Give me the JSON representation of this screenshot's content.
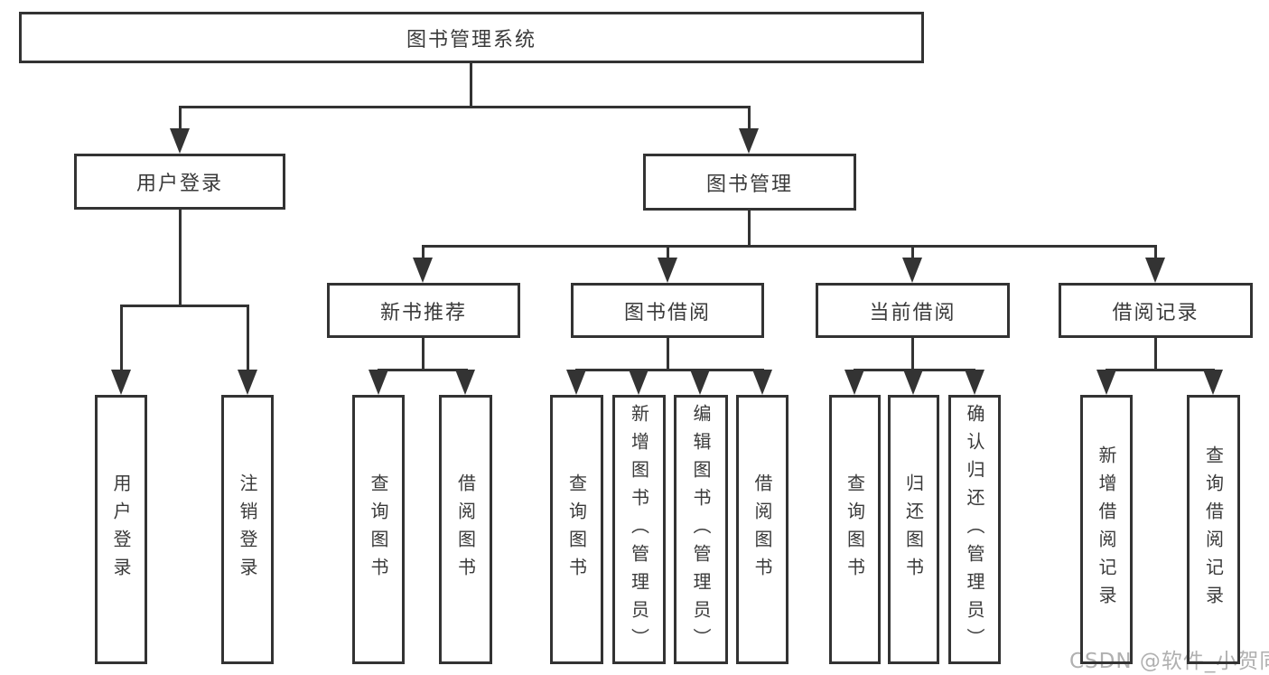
{
  "diagram": {
    "root": {
      "label": "图书管理系统",
      "children": [
        {
          "label": "用户登录",
          "children": [
            {
              "label": "用户登录"
            },
            {
              "label": "注销登录"
            }
          ]
        },
        {
          "label": "图书管理",
          "children": [
            {
              "label": "新书推荐",
              "children": [
                {
                  "label": "查询图书"
                },
                {
                  "label": "借阅图书"
                }
              ]
            },
            {
              "label": "图书借阅",
              "children": [
                {
                  "label": "查询图书"
                },
                {
                  "label": "新增图书（管理员）"
                },
                {
                  "label": "编辑图书（管理员）"
                },
                {
                  "label": "借阅图书"
                }
              ]
            },
            {
              "label": "当前借阅",
              "children": [
                {
                  "label": "查询图书"
                },
                {
                  "label": "归还图书"
                },
                {
                  "label": "确认归还（管理员）"
                }
              ]
            },
            {
              "label": "借阅记录",
              "children": [
                {
                  "label": "新增借阅记录"
                },
                {
                  "label": "查询借阅记录"
                }
              ]
            }
          ]
        }
      ]
    }
  },
  "watermark": {
    "text": "CSDN @软件_小贺同学"
  },
  "colors": {
    "line": "#333333",
    "node_text": "#3a3a3a",
    "watermark": "#b0b0b0",
    "page_background": "#ffffff"
  }
}
